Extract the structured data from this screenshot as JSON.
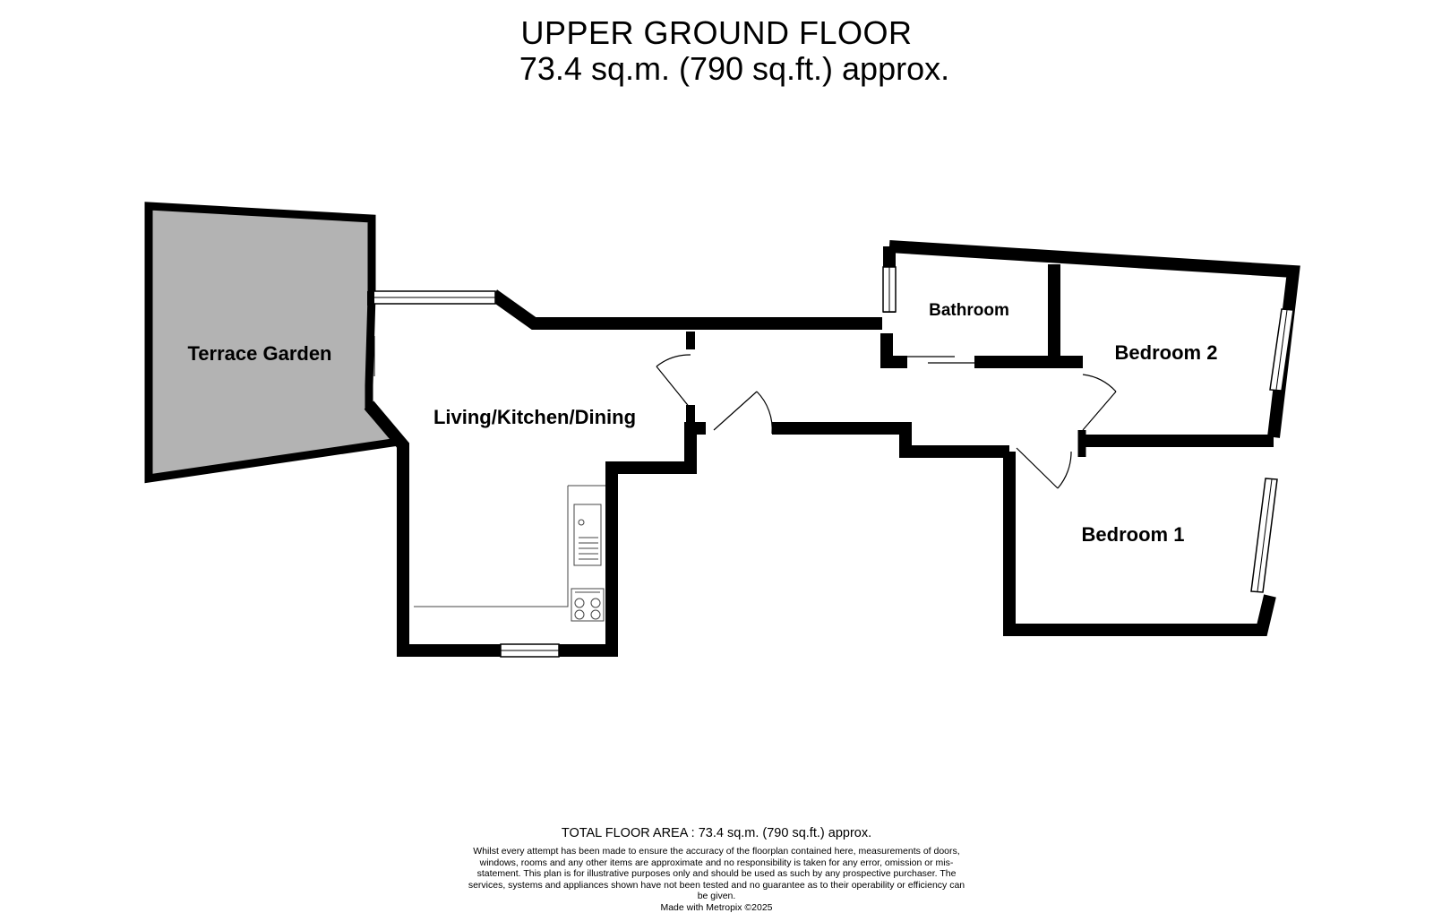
{
  "title": {
    "floor_name": "UPPER GROUND FLOOR",
    "area": "73.4 sq.m. (790 sq.ft.) approx."
  },
  "rooms": {
    "terrace": "Terrace Garden",
    "living": "Living/Kitchen/Dining",
    "bathroom": "Bathroom",
    "bedroom2": "Bedroom 2",
    "bedroom1": "Bedroom 1"
  },
  "colors": {
    "wall": "#000000",
    "terrace_fill": "#b3b3b3",
    "background": "#ffffff"
  },
  "footer": {
    "total_area": "TOTAL FLOOR AREA : 73.4 sq.m. (790 sq.ft.) approx.",
    "disclaimer": "Whilst every attempt has been made to ensure the accuracy of the floorplan contained here, measurements of doors, windows, rooms and any other items are approximate and no responsibility is taken for any error, omission or mis-statement. This plan is for illustrative purposes only and should be used as such by any prospective purchaser. The services, systems and appliances shown have not been tested and no guarantee as to their operability or efficiency can be given.",
    "made_with": "Made with Metropix ©2025"
  }
}
